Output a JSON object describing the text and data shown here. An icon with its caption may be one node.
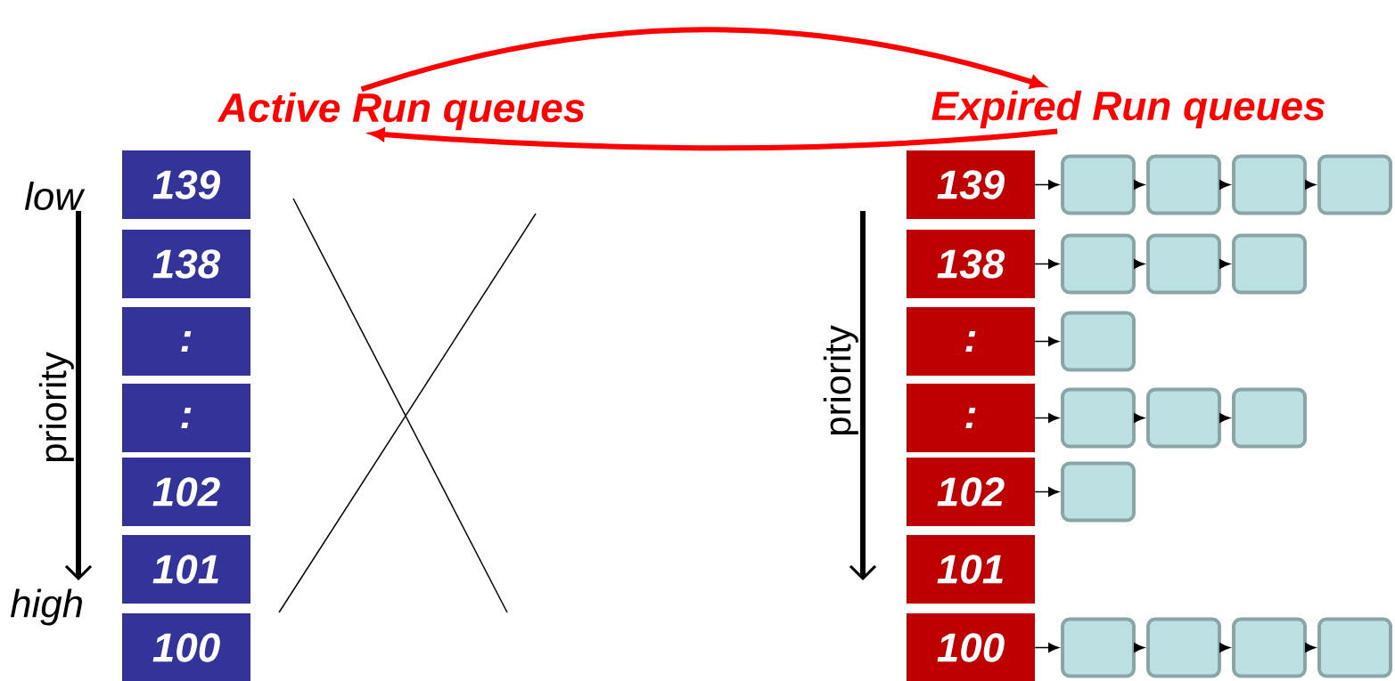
{
  "diagram": {
    "nodes": [
      {
        "text": [
          "Active Run queues"
        ]
      },
      {
        "text": [
          "Expired Run queues"
        ]
      },
      {
        "text": [
          "139"
        ]
      },
      {
        "text": [
          "138"
        ]
      },
      {
        "text": [
          ":"
        ]
      },
      {
        "text": [
          ":"
        ]
      },
      {
        "text": [
          "102"
        ]
      },
      {
        "text": [
          "101"
        ]
      },
      {
        "text": [
          "100"
        ]
      },
      {
        "text": [
          "139"
        ]
      },
      {
        "text": [
          "138"
        ]
      },
      {
        "text": [
          ":"
        ]
      },
      {
        "text": [
          ":"
        ]
      },
      {
        "text": [
          "102"
        ]
      },
      {
        "text": [
          "101"
        ]
      },
      {
        "text": [
          "100"
        ]
      },
      {
        "text": [],
        "shape": "box"
      },
      {
        "text": [],
        "shape": "box"
      },
      {
        "text": [],
        "shape": "box"
      },
      {
        "text": [],
        "shape": "box"
      },
      {
        "text": [],
        "shape": "box"
      },
      {
        "text": [],
        "shape": "box"
      },
      {
        "text": [],
        "shape": "box"
      },
      {
        "text": [],
        "shape": "box"
      },
      {
        "text": [],
        "shape": "box"
      },
      {
        "text": [],
        "shape": "box"
      },
      {
        "text": [],
        "shape": "box"
      },
      {
        "text": [],
        "shape": "box"
      },
      {
        "text": [],
        "shape": "box"
      },
      {
        "text": [],
        "shape": "box"
      },
      {
        "text": [],
        "shape": "box"
      },
      {
        "text": [],
        "shape": "box"
      }
    ],
    "edges": [
      {
        "from": 0,
        "to": 1,
        "arrow": "to",
        "style": "thick",
        "color": "#ff0000"
      },
      {
        "from": 1,
        "to": 0,
        "arrow": "to",
        "style": "thick",
        "color": "#ff0000"
      },
      {
        "from": 9,
        "to": 16,
        "arrow": "to"
      },
      {
        "from": 16,
        "to": 17,
        "arrow": "to"
      },
      {
        "from": 17,
        "to": 18,
        "arrow": "to"
      },
      {
        "from": 18,
        "to": 19,
        "arrow": "to"
      },
      {
        "from": 10,
        "to": 20,
        "arrow": "to"
      },
      {
        "from": 20,
        "to": 21,
        "arrow": "to"
      },
      {
        "from": 21,
        "to": 22,
        "arrow": "to"
      },
      {
        "from": 11,
        "to": 23,
        "arrow": "to"
      },
      {
        "from": 12,
        "to": 24,
        "arrow": "to"
      },
      {
        "from": 24,
        "to": 25,
        "arrow": "to"
      },
      {
        "from": 25,
        "to": 26,
        "arrow": "to"
      },
      {
        "from": 13,
        "to": 27,
        "arrow": "to"
      },
      {
        "from": 15,
        "to": 28,
        "arrow": "to"
      },
      {
        "from": 28,
        "to": 29,
        "arrow": "to"
      },
      {
        "from": 29,
        "to": 30,
        "arrow": "to"
      },
      {
        "from": 30,
        "to": 31,
        "arrow": "to"
      }
    ],
    "labels": [
      "low",
      "priority",
      "high",
      "priority"
    ]
  }
}
